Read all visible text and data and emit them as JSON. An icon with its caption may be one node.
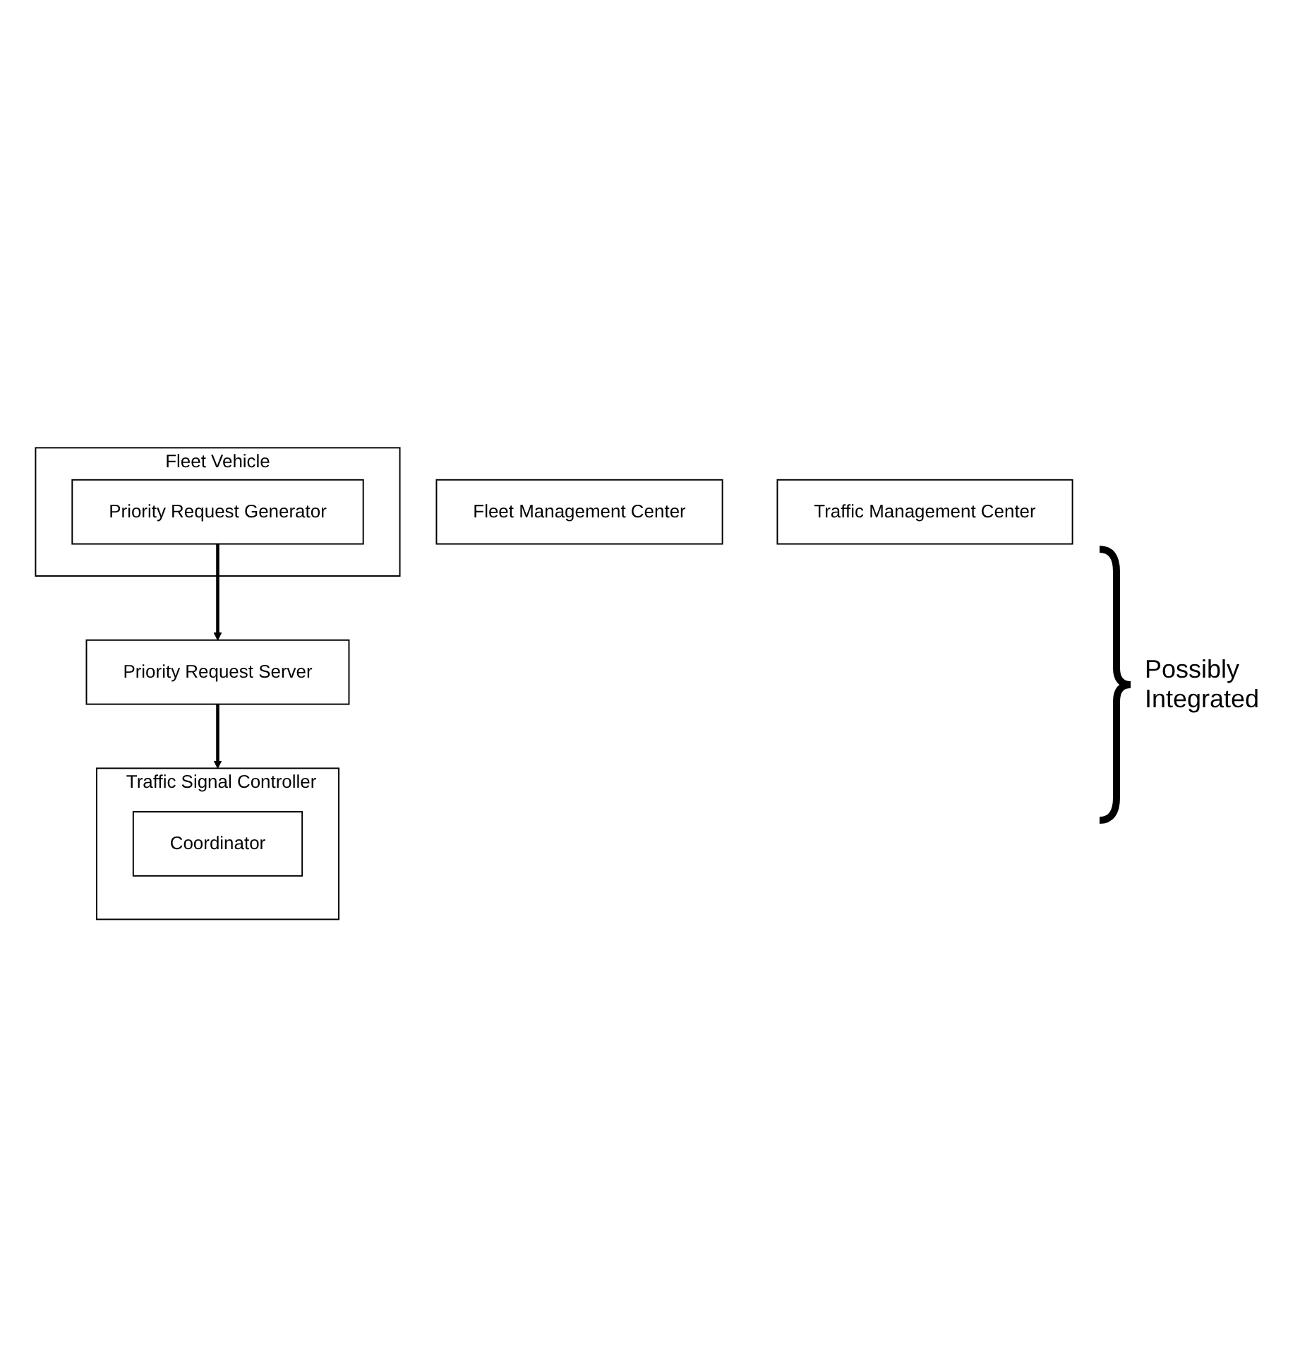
{
  "diagram": {
    "nodes": [
      {
        "text": [
          "Fleet Management Center"
        ]
      },
      {
        "text": [
          "Traffic Management Center"
        ]
      },
      {
        "text": [
          "Fleet Vehicle"
        ]
      },
      {
        "text": [
          "Priority Request Generator"
        ],
        "in": 2
      },
      {
        "text": [
          "Priority Request Server"
        ]
      },
      {
        "text": [
          "Traffic Signal Controller"
        ]
      },
      {
        "text": [
          "Coordinator"
        ],
        "in": 5
      }
    ],
    "edges": [
      {
        "from": 3,
        "to": 4,
        "arrow": "to"
      },
      {
        "from": 4,
        "to": 5,
        "arrow": "to"
      }
    ],
    "labels": [
      "Possibly Integrated"
    ]
  }
}
